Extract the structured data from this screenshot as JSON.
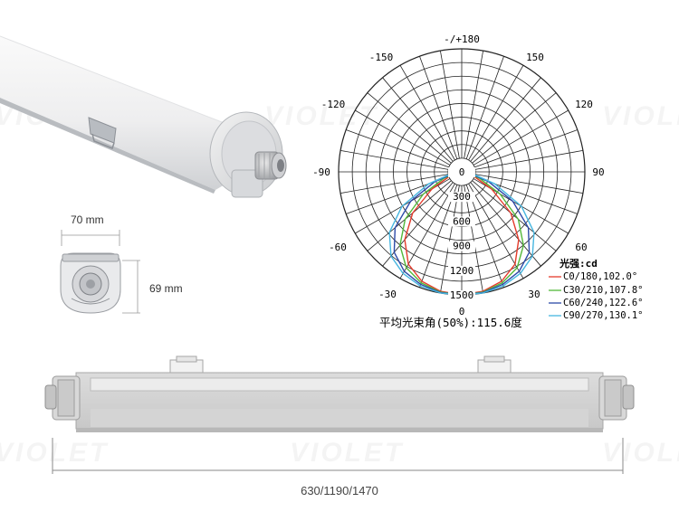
{
  "watermark": "VIOLET",
  "product_photo": {
    "name": "tri-proof LED batten light"
  },
  "dimensions": {
    "width_label": "70 mm",
    "height_label": "69 mm",
    "length_label": "630/1190/1470"
  },
  "polar": {
    "top_label": "-/+180",
    "angle_labels": {
      "a_m150": "-150",
      "a_150": "150",
      "a_m120": "-120",
      "a_120": "120",
      "a_m90": "-90",
      "a_90": "90",
      "a_m60": "-60",
      "a_60": "60",
      "a_m30": "-30",
      "a_30": "30",
      "a_0": "0"
    },
    "radial_labels": [
      "0",
      "300",
      "600",
      "900",
      "1200",
      "1500"
    ],
    "unit_label": "光强:cd",
    "legend": [
      {
        "text": "C0/180,102.0°",
        "color": "#e53b2c"
      },
      {
        "text": "C30/210,107.8°",
        "color": "#53b83a"
      },
      {
        "text": "C60/240,122.6°",
        "color": "#2d4aa8"
      },
      {
        "text": "C90/270,130.1°",
        "color": "#46b6e0"
      }
    ],
    "beam_angle_text": "平均光束角(50%):115.6度"
  },
  "chart_data": {
    "type": "polar",
    "rmax": 1500,
    "radial_ticks": [
      0,
      300,
      600,
      900,
      1200,
      1500
    ],
    "angles_deg": [
      0,
      10,
      20,
      30,
      40,
      50,
      60,
      70,
      80,
      90
    ],
    "series": [
      {
        "name": "C0/180,102.0°",
        "values": [
          1500,
          1480,
          1420,
          1300,
          1080,
          780,
          420,
          160,
          40,
          0
        ]
      },
      {
        "name": "C30/210,107.8°",
        "values": [
          1500,
          1490,
          1440,
          1350,
          1170,
          900,
          540,
          230,
          70,
          0
        ]
      },
      {
        "name": "C60/240,122.6°",
        "values": [
          1500,
          1495,
          1460,
          1400,
          1280,
          1060,
          720,
          350,
          100,
          0
        ]
      },
      {
        "name": "C90/270,130.1°",
        "values": [
          1500,
          1500,
          1480,
          1430,
          1340,
          1150,
          840,
          430,
          130,
          0
        ]
      }
    ]
  }
}
